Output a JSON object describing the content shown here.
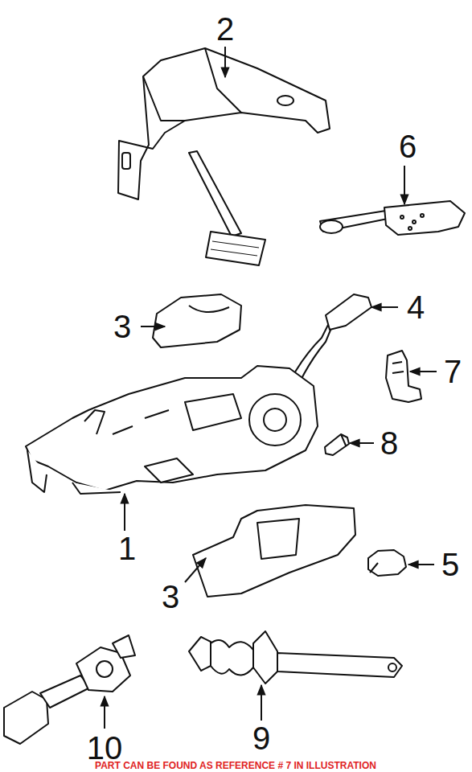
{
  "diagram": {
    "caption": "PART CAN BE FOUND AS REFERENCE # 7 IN ILLUSTRATION",
    "labels": [
      "2",
      "6",
      "3",
      "4",
      "7",
      "8",
      "1",
      "3",
      "5",
      "10",
      "9"
    ]
  }
}
